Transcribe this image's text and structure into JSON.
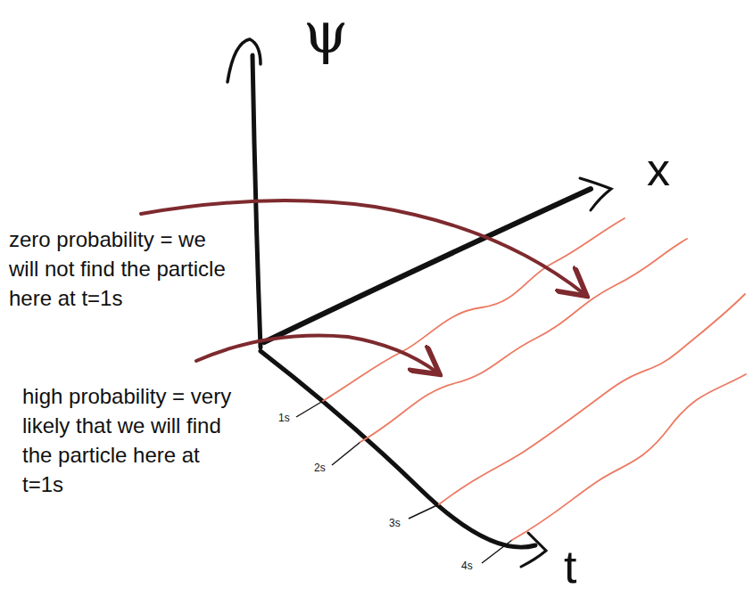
{
  "diagram": {
    "labels": [
      "ψ",
      "x",
      "zero probability = we will not find the particle here at t=1s",
      "high probability = very likely that we will find the particle here at t=1s",
      "1s",
      "2s",
      "3s",
      "4s",
      "t"
    ]
  }
}
